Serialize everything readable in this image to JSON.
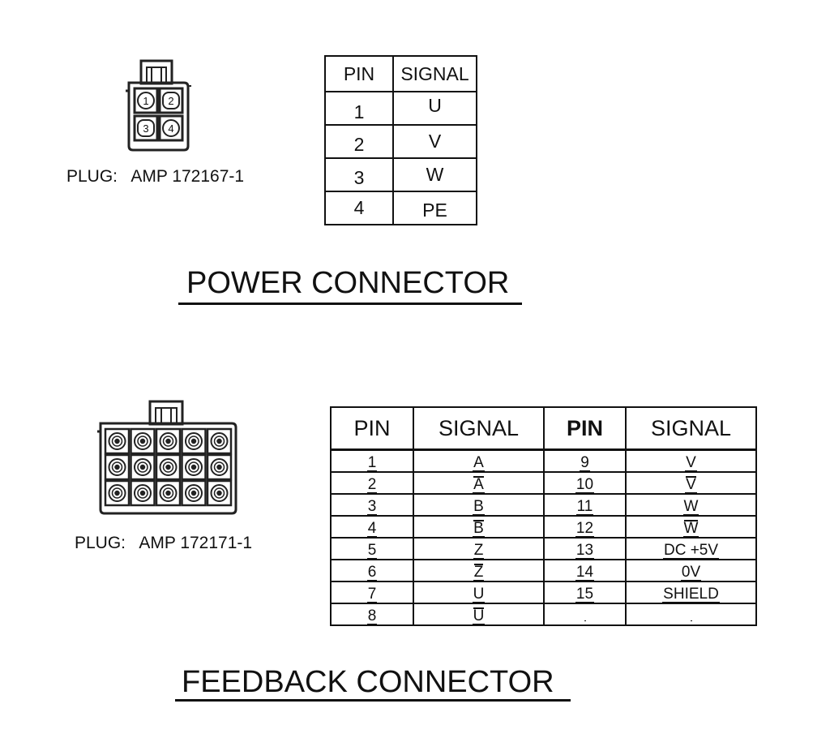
{
  "power": {
    "plug_label": "PLUG:   AMP 172167-1",
    "title": "POWER CONNECTOR",
    "headers": [
      "PIN",
      "SIGNAL"
    ],
    "rows": [
      {
        "pin": "1",
        "signal": "U"
      },
      {
        "pin": "2",
        "signal": "V"
      },
      {
        "pin": "3",
        "signal": "W"
      },
      {
        "pin": "4",
        "signal": "PE"
      }
    ],
    "plug_pin_numbers": [
      "1",
      "2",
      "3",
      "4"
    ]
  },
  "feedback": {
    "plug_label": "PLUG:   AMP 172171-1",
    "title": "FEEDBACK CONNECTOR",
    "headers": [
      "PIN",
      "SIGNAL",
      "PIN",
      "SIGNAL"
    ],
    "left_rows": [
      {
        "pin": "1",
        "signal": "A",
        "overline": false
      },
      {
        "pin": "2",
        "signal": "A",
        "overline": true
      },
      {
        "pin": "3",
        "signal": "B",
        "overline": false
      },
      {
        "pin": "4",
        "signal": "B",
        "overline": true
      },
      {
        "pin": "5",
        "signal": "Z",
        "overline": false
      },
      {
        "pin": "6",
        "signal": "Z",
        "overline": true
      },
      {
        "pin": "7",
        "signal": "U",
        "overline": false
      },
      {
        "pin": "8",
        "signal": "U",
        "overline": true
      }
    ],
    "right_rows": [
      {
        "pin": "9",
        "signal": "V",
        "overline": false
      },
      {
        "pin": "10",
        "signal": "V",
        "overline": true
      },
      {
        "pin": "11",
        "signal": "W",
        "overline": false
      },
      {
        "pin": "12",
        "signal": "W",
        "overline": true
      },
      {
        "pin": "13",
        "signal": "DC +5V",
        "overline": false
      },
      {
        "pin": "14",
        "signal": "0V",
        "overline": false
      },
      {
        "pin": "15",
        "signal": "SHIELD",
        "overline": false
      },
      {
        "pin": "",
        "signal": "",
        "overline": false
      }
    ]
  }
}
